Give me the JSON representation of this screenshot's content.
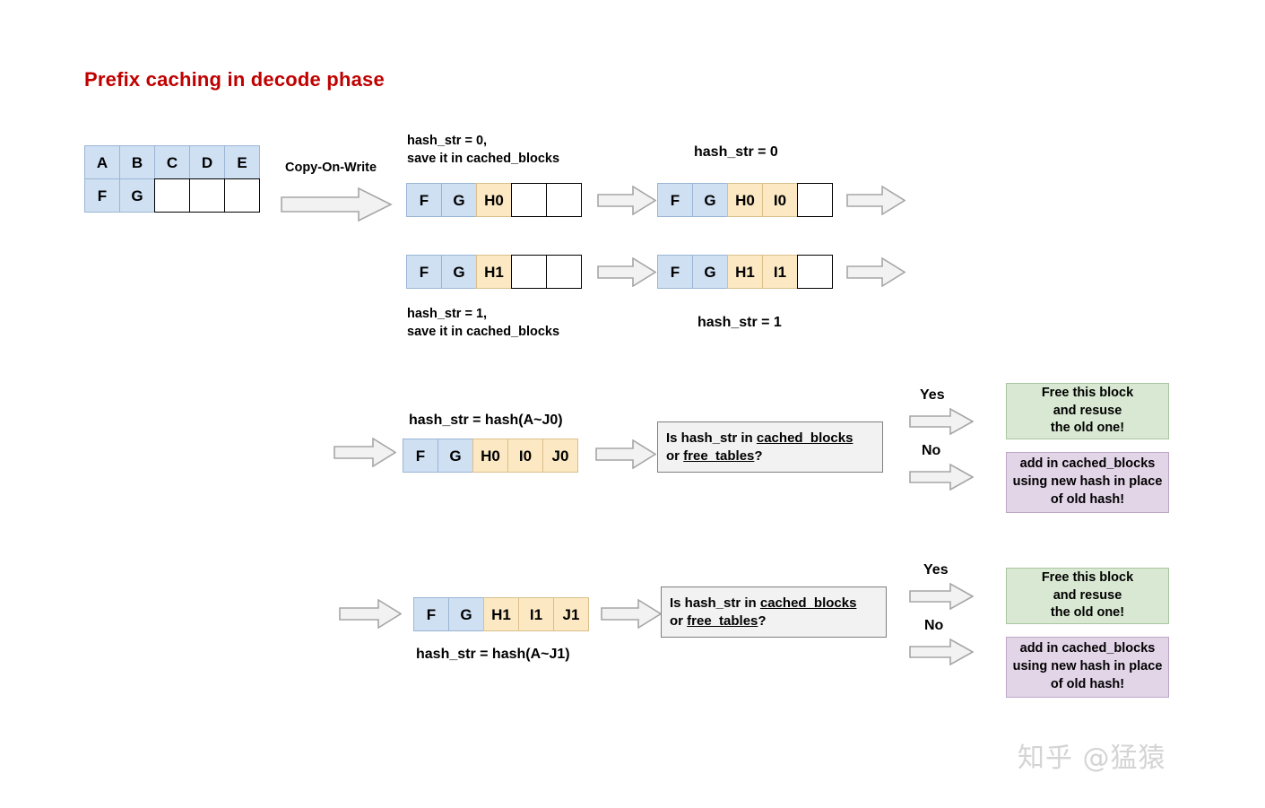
{
  "page": {
    "title": "Prefix caching in decode phase",
    "title_color": "#c00000",
    "watermark": "知乎 @猛猿",
    "background": "#ffffff"
  },
  "palette": {
    "blue_cell": "#cfe0f3",
    "yellow_cell": "#fce9c4",
    "white_cell": "#ffffff",
    "decision_bg": "#f2f2f2",
    "green_box": "#d9e8d2",
    "purple_box": "#e3d5e8",
    "arrow_fill": "#f2f2f2",
    "arrow_stroke": "#a6a6a6"
  },
  "source_table": {
    "name": "original-kv-block-table",
    "rows": [
      {
        "cells": [
          {
            "text": "A",
            "fill": "blue"
          },
          {
            "text": "B",
            "fill": "blue"
          },
          {
            "text": "C",
            "fill": "blue"
          },
          {
            "text": "D",
            "fill": "blue"
          },
          {
            "text": "E",
            "fill": "blue"
          }
        ]
      },
      {
        "cells": [
          {
            "text": "F",
            "fill": "blue"
          },
          {
            "text": "G",
            "fill": "blue"
          },
          {
            "text": "",
            "fill": "white"
          },
          {
            "text": "",
            "fill": "white"
          },
          {
            "text": "",
            "fill": "white"
          }
        ]
      }
    ]
  },
  "cow_label": "Copy-On-Write",
  "branch0": {
    "note_line1": "hash_str = 0,",
    "note_line2": "save it in cached_blocks",
    "stage1_cells": [
      {
        "text": "F",
        "fill": "blue"
      },
      {
        "text": "G",
        "fill": "blue"
      },
      {
        "text": "H0",
        "fill": "yellow"
      },
      {
        "text": "",
        "fill": "white"
      },
      {
        "text": "",
        "fill": "white"
      }
    ],
    "stage2_label": "hash_str = 0",
    "stage2_cells": [
      {
        "text": "F",
        "fill": "blue"
      },
      {
        "text": "G",
        "fill": "blue"
      },
      {
        "text": "H0",
        "fill": "yellow"
      },
      {
        "text": "I0",
        "fill": "yellow"
      },
      {
        "text": "",
        "fill": "white"
      }
    ]
  },
  "branch1": {
    "note_line1": "hash_str = 1,",
    "note_line2": "save it in cached_blocks",
    "stage1_cells": [
      {
        "text": "F",
        "fill": "blue"
      },
      {
        "text": "G",
        "fill": "blue"
      },
      {
        "text": "H1",
        "fill": "yellow"
      },
      {
        "text": "",
        "fill": "white"
      },
      {
        "text": "",
        "fill": "white"
      }
    ],
    "stage2_label": "hash_str = 1",
    "stage2_cells": [
      {
        "text": "F",
        "fill": "blue"
      },
      {
        "text": "G",
        "fill": "blue"
      },
      {
        "text": "H1",
        "fill": "yellow"
      },
      {
        "text": "I1",
        "fill": "yellow"
      },
      {
        "text": "",
        "fill": "white"
      }
    ]
  },
  "final0": {
    "hash_label": "hash_str = hash(A~J0)",
    "cells": [
      {
        "text": "F",
        "fill": "blue"
      },
      {
        "text": "G",
        "fill": "blue"
      },
      {
        "text": "H0",
        "fill": "yellow"
      },
      {
        "text": "I0",
        "fill": "yellow"
      },
      {
        "text": "J0",
        "fill": "yellow"
      }
    ],
    "decision": {
      "prefix": "Is hash_str in ",
      "term1": "cached_blocks",
      "middle": "or ",
      "term2": "free_tables",
      "suffix": "?"
    },
    "yes_label": "Yes",
    "no_label": "No",
    "yes_result": "Free this block\nand resuse\nthe old one!",
    "no_result": "add in cached_blocks\nusing new hash in place\nof old hash!"
  },
  "final1": {
    "hash_label": "hash_str = hash(A~J1)",
    "cells": [
      {
        "text": "F",
        "fill": "blue"
      },
      {
        "text": "G",
        "fill": "blue"
      },
      {
        "text": "H1",
        "fill": "yellow"
      },
      {
        "text": "I1",
        "fill": "yellow"
      },
      {
        "text": "J1",
        "fill": "yellow"
      }
    ],
    "decision": {
      "prefix": "Is hash_str in ",
      "term1": "cached_blocks",
      "middle": "or ",
      "term2": "free_tables",
      "suffix": "?"
    },
    "yes_label": "Yes",
    "no_label": "No",
    "yes_result": "Free this block\nand resuse\nthe old one!",
    "no_result": "add in cached_blocks\nusing new hash in place\nof old hash!"
  }
}
